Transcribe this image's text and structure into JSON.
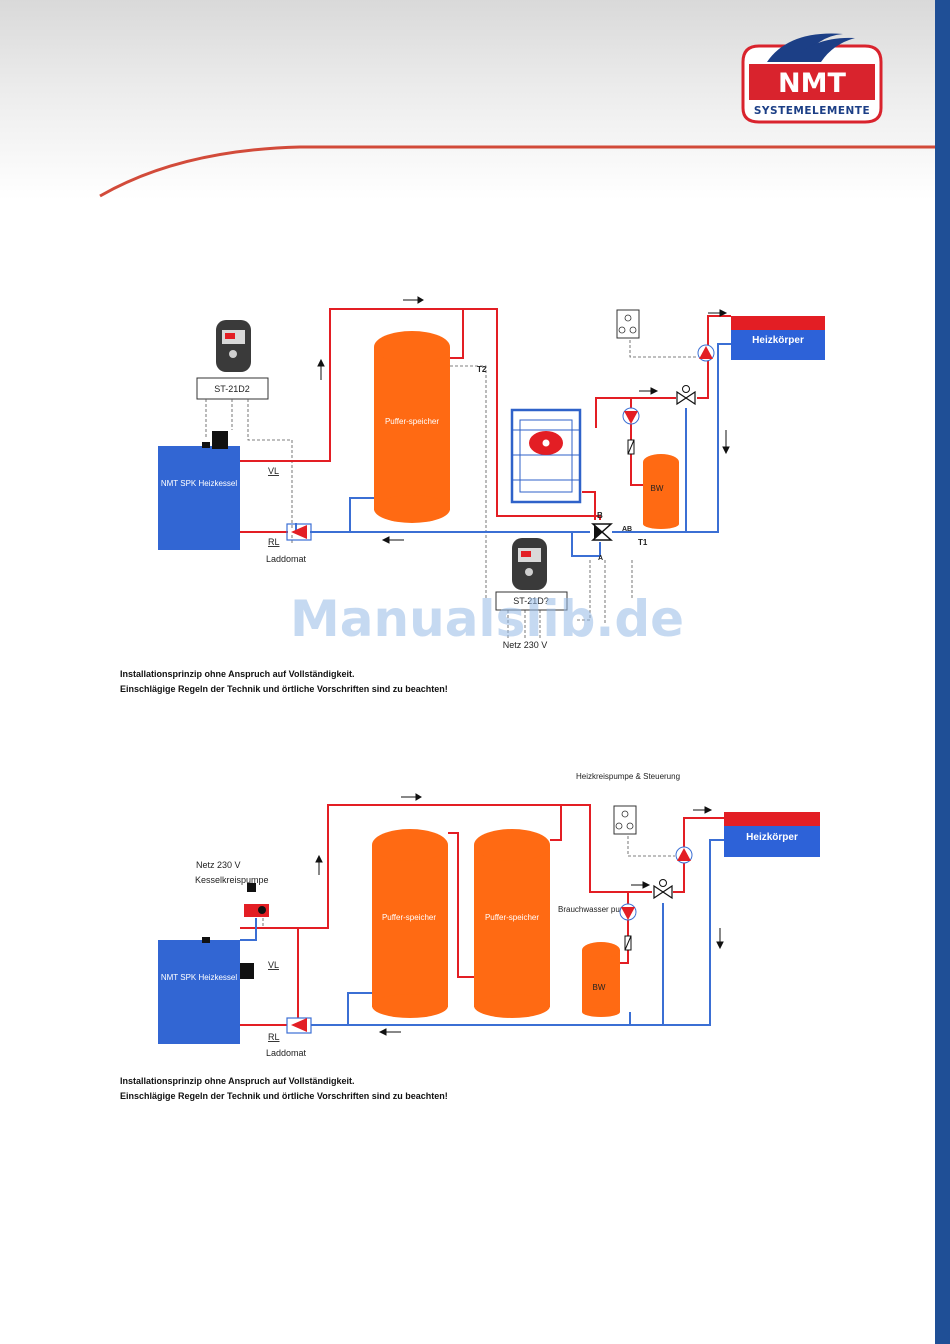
{
  "brand": {
    "name": "NMT",
    "subtitle": "SYSTEMELEMENTE",
    "colors": {
      "red": "#d9232d",
      "blue": "#1c3f86"
    }
  },
  "colors": {
    "supply": "#e31e24",
    "return": "#3b6fd4",
    "tank": "#ff6a13",
    "boiler": "#3266d3",
    "radiator_top": "#e31e24",
    "radiator_bottom": "#2d62d8"
  },
  "diagram1": {
    "controller_label": "ST-21D2",
    "boiler_label": "NMT SPK Heizkessel",
    "vl": "VL",
    "rl": "RL",
    "laddomat": "Laddomat",
    "buffer": "Puffer-speicher",
    "t2": "T2",
    "t1": "T1",
    "b": "B",
    "ab": "AB",
    "a": "A",
    "bw": "BW",
    "radiator": "Heizkörper",
    "controller2_label": "ST-21D?",
    "mains": "Netz 230 V"
  },
  "note1": {
    "line1": "Installationsprinzip ohne Anspruch auf Vollständigkeit.",
    "line2": "Einschlägige Regeln der Technik und örtliche Vorschriften sind zu beachten!"
  },
  "diagram2": {
    "mains": "Netz 230 V",
    "boiler_pump": "Kesselkreispumpe",
    "boiler_label": "NMT SPK Heizkessel",
    "vl": "VL",
    "rl": "RL",
    "laddomat": "Laddomat",
    "buffer1": "Puffer-speicher",
    "buffer2": "Puffer-speicher",
    "dhw_pump": "Brauchwasser pumpe",
    "bw": "BW",
    "heating_pump_ctrl": "Heizkreispumpe & Steuerung",
    "radiator": "Heizkörper"
  },
  "note2": {
    "line1": "Installationsprinzip ohne Anspruch auf Vollständigkeit.",
    "line2": "Einschlägige Regeln der Technik und örtliche Vorschriften sind zu beachten!"
  },
  "watermark": "Manualslib.de"
}
